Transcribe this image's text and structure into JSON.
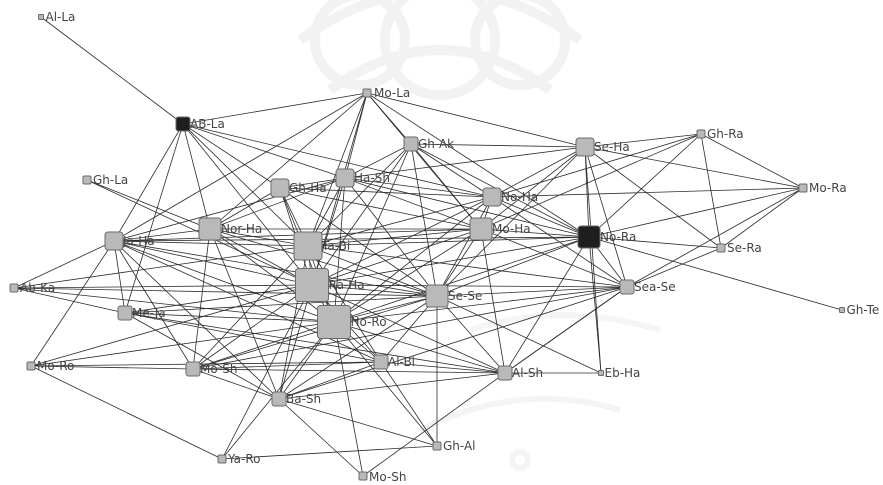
{
  "colors": {
    "node_default": "#b9b9b9",
    "node_dark": "#1e1e1e",
    "edge": "#2b2b2b",
    "label": "#444444",
    "watermark": "#e9e9e9"
  },
  "nodes": [
    {
      "id": "Al-La",
      "label": "Al-La",
      "size": "tiny",
      "fill": "default"
    },
    {
      "id": "AB-La",
      "label": "AB-La",
      "size": "medium",
      "fill": "dark"
    },
    {
      "id": "Mo-La",
      "label": "Mo-La",
      "size": "small",
      "fill": "default"
    },
    {
      "id": "Gh-Ak",
      "label": "Gh-Ak",
      "size": "medium",
      "fill": "default"
    },
    {
      "id": "Se-Ha",
      "label": "Se-Ha",
      "size": "large",
      "fill": "default"
    },
    {
      "id": "Gh-Ra",
      "label": "Gh-Ra",
      "size": "small",
      "fill": "default"
    },
    {
      "id": "Mo-Ra",
      "label": "Mo-Ra",
      "size": "small",
      "fill": "default"
    },
    {
      "id": "Gh-La",
      "label": "Gh-La",
      "size": "small",
      "fill": "default"
    },
    {
      "id": "Gh-Ha",
      "label": "Gh-Ha",
      "size": "large",
      "fill": "default"
    },
    {
      "id": "Ha-Sh",
      "label": "Ha-Sh",
      "size": "large",
      "fill": "default"
    },
    {
      "id": "No-Ha",
      "label": "No-Ha",
      "size": "large",
      "fill": "default"
    },
    {
      "id": "Nor-Ha",
      "label": "Nor-Ha",
      "size": "xlarge",
      "fill": "default"
    },
    {
      "id": "Mo-Ha",
      "label": "Mo-Ha",
      "size": "xlarge",
      "fill": "default"
    },
    {
      "id": "No-Ra",
      "label": "No-Ra",
      "size": "xlarge",
      "fill": "dark"
    },
    {
      "id": "Ja-Ha",
      "label": "Ja-Ha",
      "size": "large",
      "fill": "default"
    },
    {
      "id": "Ta-Bi",
      "label": "Ta-Bi",
      "size": "xxlarge",
      "fill": "default"
    },
    {
      "id": "Se-Ra",
      "label": "Se-Ra",
      "size": "small",
      "fill": "default"
    },
    {
      "id": "Ra-Ha",
      "label": "Ra-Ha",
      "size": "xxxlarge",
      "fill": "default"
    },
    {
      "id": "Ab-Ka",
      "label": "Ab-Ka",
      "size": "small",
      "fill": "default"
    },
    {
      "id": "Se-Se",
      "label": "Se-Se",
      "size": "xlarge",
      "fill": "default"
    },
    {
      "id": "Sea-Se",
      "label": "Sea-Se",
      "size": "medium",
      "fill": "default"
    },
    {
      "id": "Gh-Te",
      "label": "Gh-Te",
      "size": "tiny",
      "fill": "default"
    },
    {
      "id": "Me-Ja",
      "label": "Me-Ja",
      "size": "medium",
      "fill": "default"
    },
    {
      "id": "Ho-Ro",
      "label": "Ho-Ro",
      "size": "xxxlarge",
      "fill": "default"
    },
    {
      "id": "Mo-Ro",
      "label": "Mo-Ro",
      "size": "small",
      "fill": "default"
    },
    {
      "id": "Al-Bi",
      "label": "Al-Bi",
      "size": "medium",
      "fill": "default"
    },
    {
      "id": "Mo-Sh",
      "label": "Mo-Sh",
      "size": "medium",
      "fill": "default"
    },
    {
      "id": "Al-Sh",
      "label": "Al-Sh",
      "size": "medium",
      "fill": "default"
    },
    {
      "id": "Eb-Ha",
      "label": "Eb-Ha",
      "size": "tiny",
      "fill": "default"
    },
    {
      "id": "Ba-Sh",
      "label": "Ba-Sh",
      "size": "medium",
      "fill": "default"
    },
    {
      "id": "Gh-Al",
      "label": "Gh-Al",
      "size": "small",
      "fill": "default"
    },
    {
      "id": "Ya-Ro",
      "label": "Ya-Ro",
      "size": "small",
      "fill": "default"
    },
    {
      "id": "Mo-Sh-2",
      "label": "Mo-Sh",
      "size": "small",
      "fill": "default"
    }
  ],
  "edges": [
    [
      "Al-La",
      "AB-La"
    ],
    [
      "AB-La",
      "Mo-La"
    ],
    [
      "AB-La",
      "Gh-Ha"
    ],
    [
      "AB-La",
      "Ha-Sh"
    ],
    [
      "AB-La",
      "Nor-Ha"
    ],
    [
      "AB-La",
      "Ja-Ha"
    ],
    [
      "AB-La",
      "Ta-Bi"
    ],
    [
      "AB-La",
      "Ra-Ha"
    ],
    [
      "AB-La",
      "Me-Ja"
    ],
    [
      "AB-La",
      "No-Ha"
    ],
    [
      "Mo-La",
      "Gh-Ak"
    ],
    [
      "Mo-La",
      "Se-Ha"
    ],
    [
      "Mo-La",
      "Ha-Sh"
    ],
    [
      "Mo-La",
      "Nor-Ha"
    ],
    [
      "Mo-La",
      "Ja-Ha"
    ],
    [
      "Mo-La",
      "Ta-Bi"
    ],
    [
      "Mo-La",
      "Mo-Ha"
    ],
    [
      "Mo-La",
      "No-Ra"
    ],
    [
      "Mo-La",
      "Ra-Ha"
    ],
    [
      "Gh-Ak",
      "Se-Ha"
    ],
    [
      "Gh-Ak",
      "No-Ha"
    ],
    [
      "Gh-Ak",
      "Ha-Sh"
    ],
    [
      "Gh-Ak",
      "Ta-Bi"
    ],
    [
      "Gh-Ak",
      "Ra-Ha"
    ],
    [
      "Gh-Ak",
      "Se-Se"
    ],
    [
      "Gh-Ak",
      "No-Ra"
    ],
    [
      "Gh-Ak",
      "Mo-Ha"
    ],
    [
      "Gh-Ak",
      "Ho-Ro"
    ],
    [
      "Se-Ha",
      "Gh-Ra"
    ],
    [
      "Se-Ha",
      "Mo-Ra"
    ],
    [
      "Se-Ha",
      "No-Ha"
    ],
    [
      "Se-Ha",
      "Mo-Ha"
    ],
    [
      "Se-Ha",
      "No-Ra"
    ],
    [
      "Se-Ha",
      "Se-Ra"
    ],
    [
      "Se-Ha",
      "Sea-Se"
    ],
    [
      "Se-Ha",
      "Se-Se"
    ],
    [
      "Se-Ha",
      "Eb-Ha"
    ],
    [
      "Se-Ha",
      "Ha-Sh"
    ],
    [
      "Gh-Ra",
      "Mo-Ra"
    ],
    [
      "Gh-Ra",
      "No-Ha"
    ],
    [
      "Gh-Ra",
      "Mo-Ha"
    ],
    [
      "Gh-Ra",
      "Se-Ra"
    ],
    [
      "Gh-Ra",
      "No-Ra"
    ],
    [
      "Mo-Ra",
      "No-Ra"
    ],
    [
      "Mo-Ra",
      "Se-Ra"
    ],
    [
      "Mo-Ra",
      "Sea-Se"
    ],
    [
      "Mo-Ra",
      "No-Ha"
    ],
    [
      "Gh-La",
      "Nor-Ha"
    ],
    [
      "Gh-La",
      "Ra-Ha"
    ],
    [
      "Gh-Ha",
      "Ha-Sh"
    ],
    [
      "Gh-Ha",
      "Nor-Ha"
    ],
    [
      "Gh-Ha",
      "Ta-Bi"
    ],
    [
      "Gh-Ha",
      "Ra-Ha"
    ],
    [
      "Gh-Ha",
      "No-Ha"
    ],
    [
      "Gh-Ha",
      "Se-Se"
    ],
    [
      "Gh-Ha",
      "Ho-Ro"
    ],
    [
      "Gh-Ha",
      "Mo-Ha"
    ],
    [
      "Ha-Sh",
      "No-Ha"
    ],
    [
      "Ha-Sh",
      "Ta-Bi"
    ],
    [
      "Ha-Sh",
      "Ra-Ha"
    ],
    [
      "Ha-Sh",
      "Ho-Ro"
    ],
    [
      "Ha-Sh",
      "Mo-Ha"
    ],
    [
      "Ha-Sh",
      "Nor-Ha"
    ],
    [
      "Ha-Sh",
      "Se-Se"
    ],
    [
      "Ha-Sh",
      "No-Ra"
    ],
    [
      "Ha-Sh",
      "Ja-Ha"
    ],
    [
      "No-Ha",
      "Mo-Ha"
    ],
    [
      "No-Ha",
      "No-Ra"
    ],
    [
      "No-Ha",
      "Se-Se"
    ],
    [
      "No-Ha",
      "Ta-Bi"
    ],
    [
      "No-Ha",
      "Sea-Se"
    ],
    [
      "No-Ha",
      "Ra-Ha"
    ],
    [
      "No-Ha",
      "Ho-Ro"
    ],
    [
      "Nor-Ha",
      "Ja-Ha"
    ],
    [
      "Nor-Ha",
      "Ta-Bi"
    ],
    [
      "Nor-Ha",
      "Ra-Ha"
    ],
    [
      "Nor-Ha",
      "Ho-Ro"
    ],
    [
      "Nor-Ha",
      "Mo-Sh"
    ],
    [
      "Nor-Ha",
      "Ba-Sh"
    ],
    [
      "Nor-Ha",
      "Se-Se"
    ],
    [
      "Nor-Ha",
      "Mo-Ha"
    ],
    [
      "Mo-Ha",
      "No-Ra"
    ],
    [
      "Mo-Ha",
      "Se-Se"
    ],
    [
      "Mo-Ha",
      "Ta-Bi"
    ],
    [
      "Mo-Ha",
      "Ra-Ha"
    ],
    [
      "Mo-Ha",
      "Ho-Ro"
    ],
    [
      "Mo-Ha",
      "Sea-Se"
    ],
    [
      "Mo-Ha",
      "Al-Sh"
    ],
    [
      "Mo-Ha",
      "Ja-Ha"
    ],
    [
      "No-Ra",
      "Gh-Te"
    ],
    [
      "No-Ra",
      "Se-Ra"
    ],
    [
      "No-Ra",
      "Sea-Se"
    ],
    [
      "No-Ra",
      "Se-Se"
    ],
    [
      "No-Ra",
      "Ta-Bi"
    ],
    [
      "No-Ra",
      "Ra-Ha"
    ],
    [
      "No-Ra",
      "Eb-Ha"
    ],
    [
      "No-Ra",
      "Al-Sh"
    ],
    [
      "No-Ra",
      "Ja-Ha"
    ],
    [
      "No-Ra",
      "Ho-Ro"
    ],
    [
      "Ja-Ha",
      "Ta-Bi"
    ],
    [
      "Ja-Ha",
      "Ra-Ha"
    ],
    [
      "Ja-Ha",
      "Ab-Ka"
    ],
    [
      "Ja-Ha",
      "Me-Ja"
    ],
    [
      "Ja-Ha",
      "Mo-Ro"
    ],
    [
      "Ja-Ha",
      "Mo-Sh"
    ],
    [
      "Ja-Ha",
      "Ho-Ro"
    ],
    [
      "Ja-Ha",
      "Se-Se"
    ],
    [
      "Ja-Ha",
      "Ba-Sh"
    ],
    [
      "Ja-Ha",
      "Al-Bi"
    ],
    [
      "Ta-Bi",
      "Ra-Ha"
    ],
    [
      "Ta-Bi",
      "Se-Se"
    ],
    [
      "Ta-Bi",
      "Ho-Ro"
    ],
    [
      "Ta-Bi",
      "Mo-Sh"
    ],
    [
      "Ta-Bi",
      "Ba-Sh"
    ],
    [
      "Ta-Bi",
      "Ab-Ka"
    ],
    [
      "Ta-Bi",
      "Al-Bi"
    ],
    [
      "Ta-Bi",
      "Sea-Se"
    ],
    [
      "Ra-Ha",
      "Se-Se"
    ],
    [
      "Ra-Ha",
      "Ho-Ro"
    ],
    [
      "Ra-Ha",
      "Ab-Ka"
    ],
    [
      "Ra-Ha",
      "Mo-Ro"
    ],
    [
      "Ra-Ha",
      "Me-Ja"
    ],
    [
      "Ra-Ha",
      "Ba-Sh"
    ],
    [
      "Ra-Ha",
      "Mo-Sh"
    ],
    [
      "Ra-Ha",
      "Al-Bi"
    ],
    [
      "Ra-Ha",
      "Al-Sh"
    ],
    [
      "Ra-Ha",
      "Sea-Se"
    ],
    [
      "Se-Se",
      "Sea-Se"
    ],
    [
      "Se-Se",
      "Ho-Ro"
    ],
    [
      "Se-Se",
      "Al-Bi"
    ],
    [
      "Se-Se",
      "Al-Sh"
    ],
    [
      "Se-Se",
      "Mo-Sh"
    ],
    [
      "Se-Se",
      "Ba-Sh"
    ],
    [
      "Se-Se",
      "Me-Ja"
    ],
    [
      "Se-Se",
      "Gh-Al"
    ],
    [
      "Se-Se",
      "Ab-Ka"
    ],
    [
      "Sea-Se",
      "Al-Sh"
    ],
    [
      "Sea-Se",
      "Ho-Ro"
    ],
    [
      "Sea-Se",
      "Se-Ra"
    ],
    [
      "Me-Ja",
      "Ho-Ro"
    ],
    [
      "Me-Ja",
      "Al-Bi"
    ],
    [
      "Me-Ja",
      "Al-Sh"
    ],
    [
      "Me-Ja",
      "Ba-Sh"
    ],
    [
      "Ab-Ka",
      "Ho-Ro"
    ],
    [
      "Ab-Ka",
      "Me-Ja"
    ],
    [
      "Ho-Ro",
      "Al-Bi"
    ],
    [
      "Ho-Ro",
      "Mo-Sh"
    ],
    [
      "Ho-Ro",
      "Ba-Sh"
    ],
    [
      "Ho-Ro",
      "Gh-Al"
    ],
    [
      "Ho-Ro",
      "Mo-Sh-2"
    ],
    [
      "Ho-Ro",
      "Al-Sh"
    ],
    [
      "Ho-Ro",
      "Mo-Ro"
    ],
    [
      "Ho-Ro",
      "Ya-Ro"
    ],
    [
      "Mo-Ro",
      "Ya-Ro"
    ],
    [
      "Mo-Ro",
      "Al-Bi"
    ],
    [
      "Mo-Ro",
      "Mo-Sh"
    ],
    [
      "Al-Bi",
      "Al-Sh"
    ],
    [
      "Al-Bi",
      "Ba-Sh"
    ],
    [
      "Al-Bi",
      "Gh-Al"
    ],
    [
      "Al-Bi",
      "Mo-Sh"
    ],
    [
      "Mo-Sh",
      "Ba-Sh"
    ],
    [
      "Mo-Sh",
      "Al-Sh"
    ],
    [
      "Mo-Sh",
      "Sea-Se"
    ],
    [
      "Al-Sh",
      "Eb-Ha"
    ],
    [
      "Al-Sh",
      "Ba-Sh"
    ],
    [
      "Al-Sh",
      "Mo-Sh-2"
    ],
    [
      "Al-Sh",
      "Sea-Se"
    ],
    [
      "Ba-Sh",
      "Gh-Al"
    ],
    [
      "Ba-Sh",
      "Mo-Sh-2"
    ],
    [
      "Ba-Sh",
      "Sea-Se"
    ],
    [
      "Ya-Ro",
      "Gh-Al"
    ],
    [
      "Ya-Ro",
      "Ra-Ha"
    ],
    [
      "Eb-Ha",
      "Se-Se"
    ]
  ]
}
